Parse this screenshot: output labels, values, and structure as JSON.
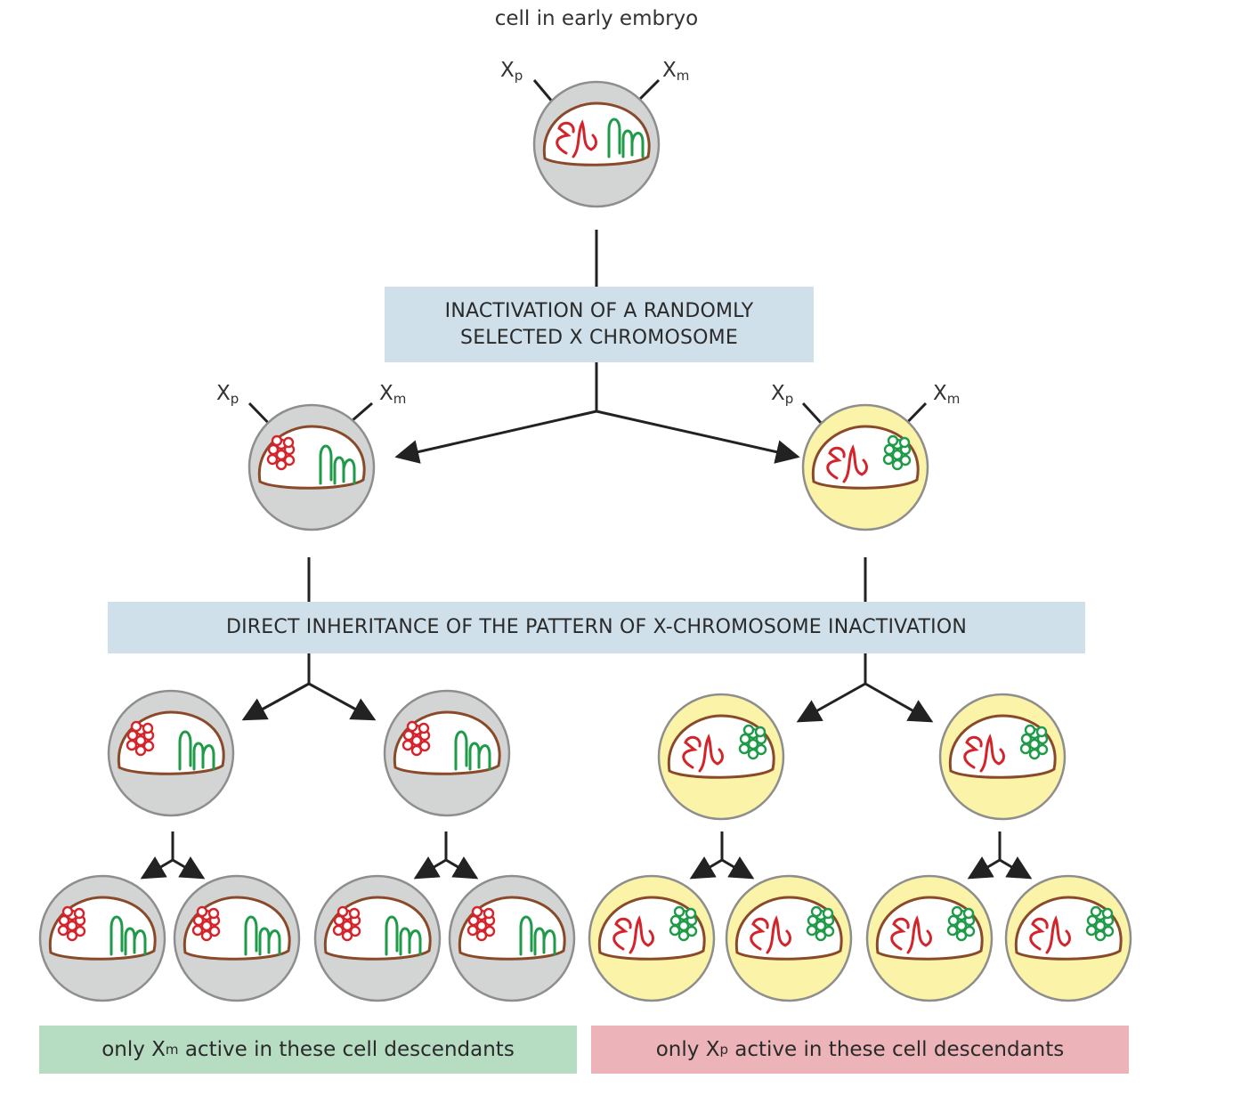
{
  "title": "cell in early embryo",
  "box1": {
    "line1": "INACTIVATION OF A RANDOMLY",
    "line2": "SELECTED X CHROMOSOME"
  },
  "box2": "DIRECT INHERITANCE OF THE PATTERN OF X-CHROMOSOME INACTIVATION",
  "labels": {
    "x": "X",
    "p": "p",
    "m": "m"
  },
  "footer_left": {
    "pre": "only X",
    "sub": "m",
    "post": " active in these cell descendants"
  },
  "footer_right": {
    "pre": "only X",
    "sub": "p",
    "post": " active in these cell descendants"
  },
  "colors": {
    "gray_cell": "#d3d5d5",
    "yellow_cell": "#fbf3a8",
    "nucleus_outline": "#8a4a2a",
    "red_chromosome": "#d4242b",
    "green_chromosome": "#1e9a48",
    "box_blue": "#cfe0ea",
    "footer_green": "#b6dcc2",
    "footer_pink": "#ecb4b8"
  }
}
